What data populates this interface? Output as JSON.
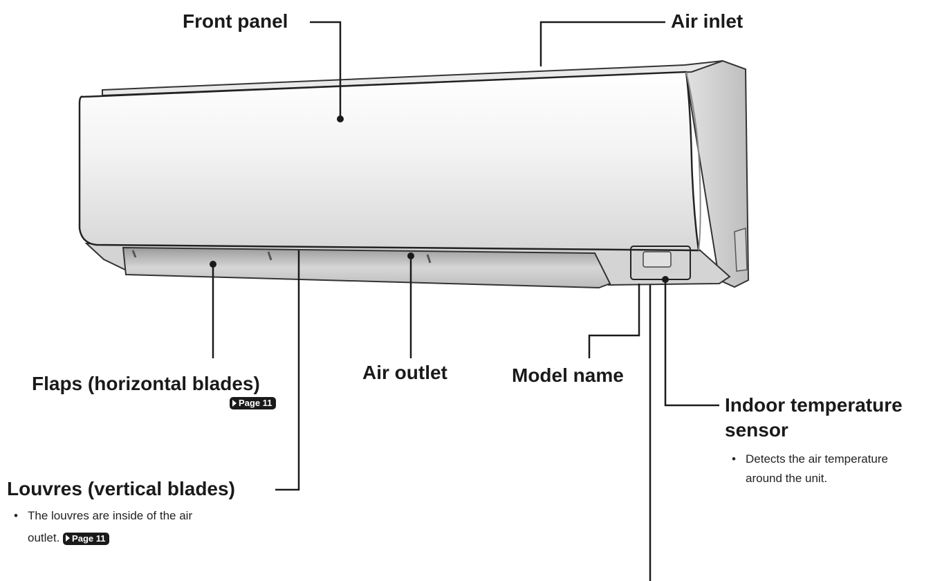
{
  "labels": {
    "front_panel": "Front panel",
    "air_inlet": "Air inlet",
    "flaps": "Flaps (horizontal blades)",
    "air_outlet": "Air outlet",
    "model_name": "Model name",
    "indoor_sensor_line1": "Indoor temperature",
    "indoor_sensor_line2": "sensor",
    "louvres": "Louvres (vertical blades)"
  },
  "notes": {
    "sensor_bullet": "•",
    "sensor_line1": "Detects the air temperature",
    "sensor_line2": "around the unit.",
    "louvres_bullet": "•",
    "louvres_line1": "The louvres are inside of the air",
    "louvres_line2": "outlet."
  },
  "page_refs": {
    "flaps_ref": "Page 11",
    "louvres_ref": "Page 11"
  }
}
